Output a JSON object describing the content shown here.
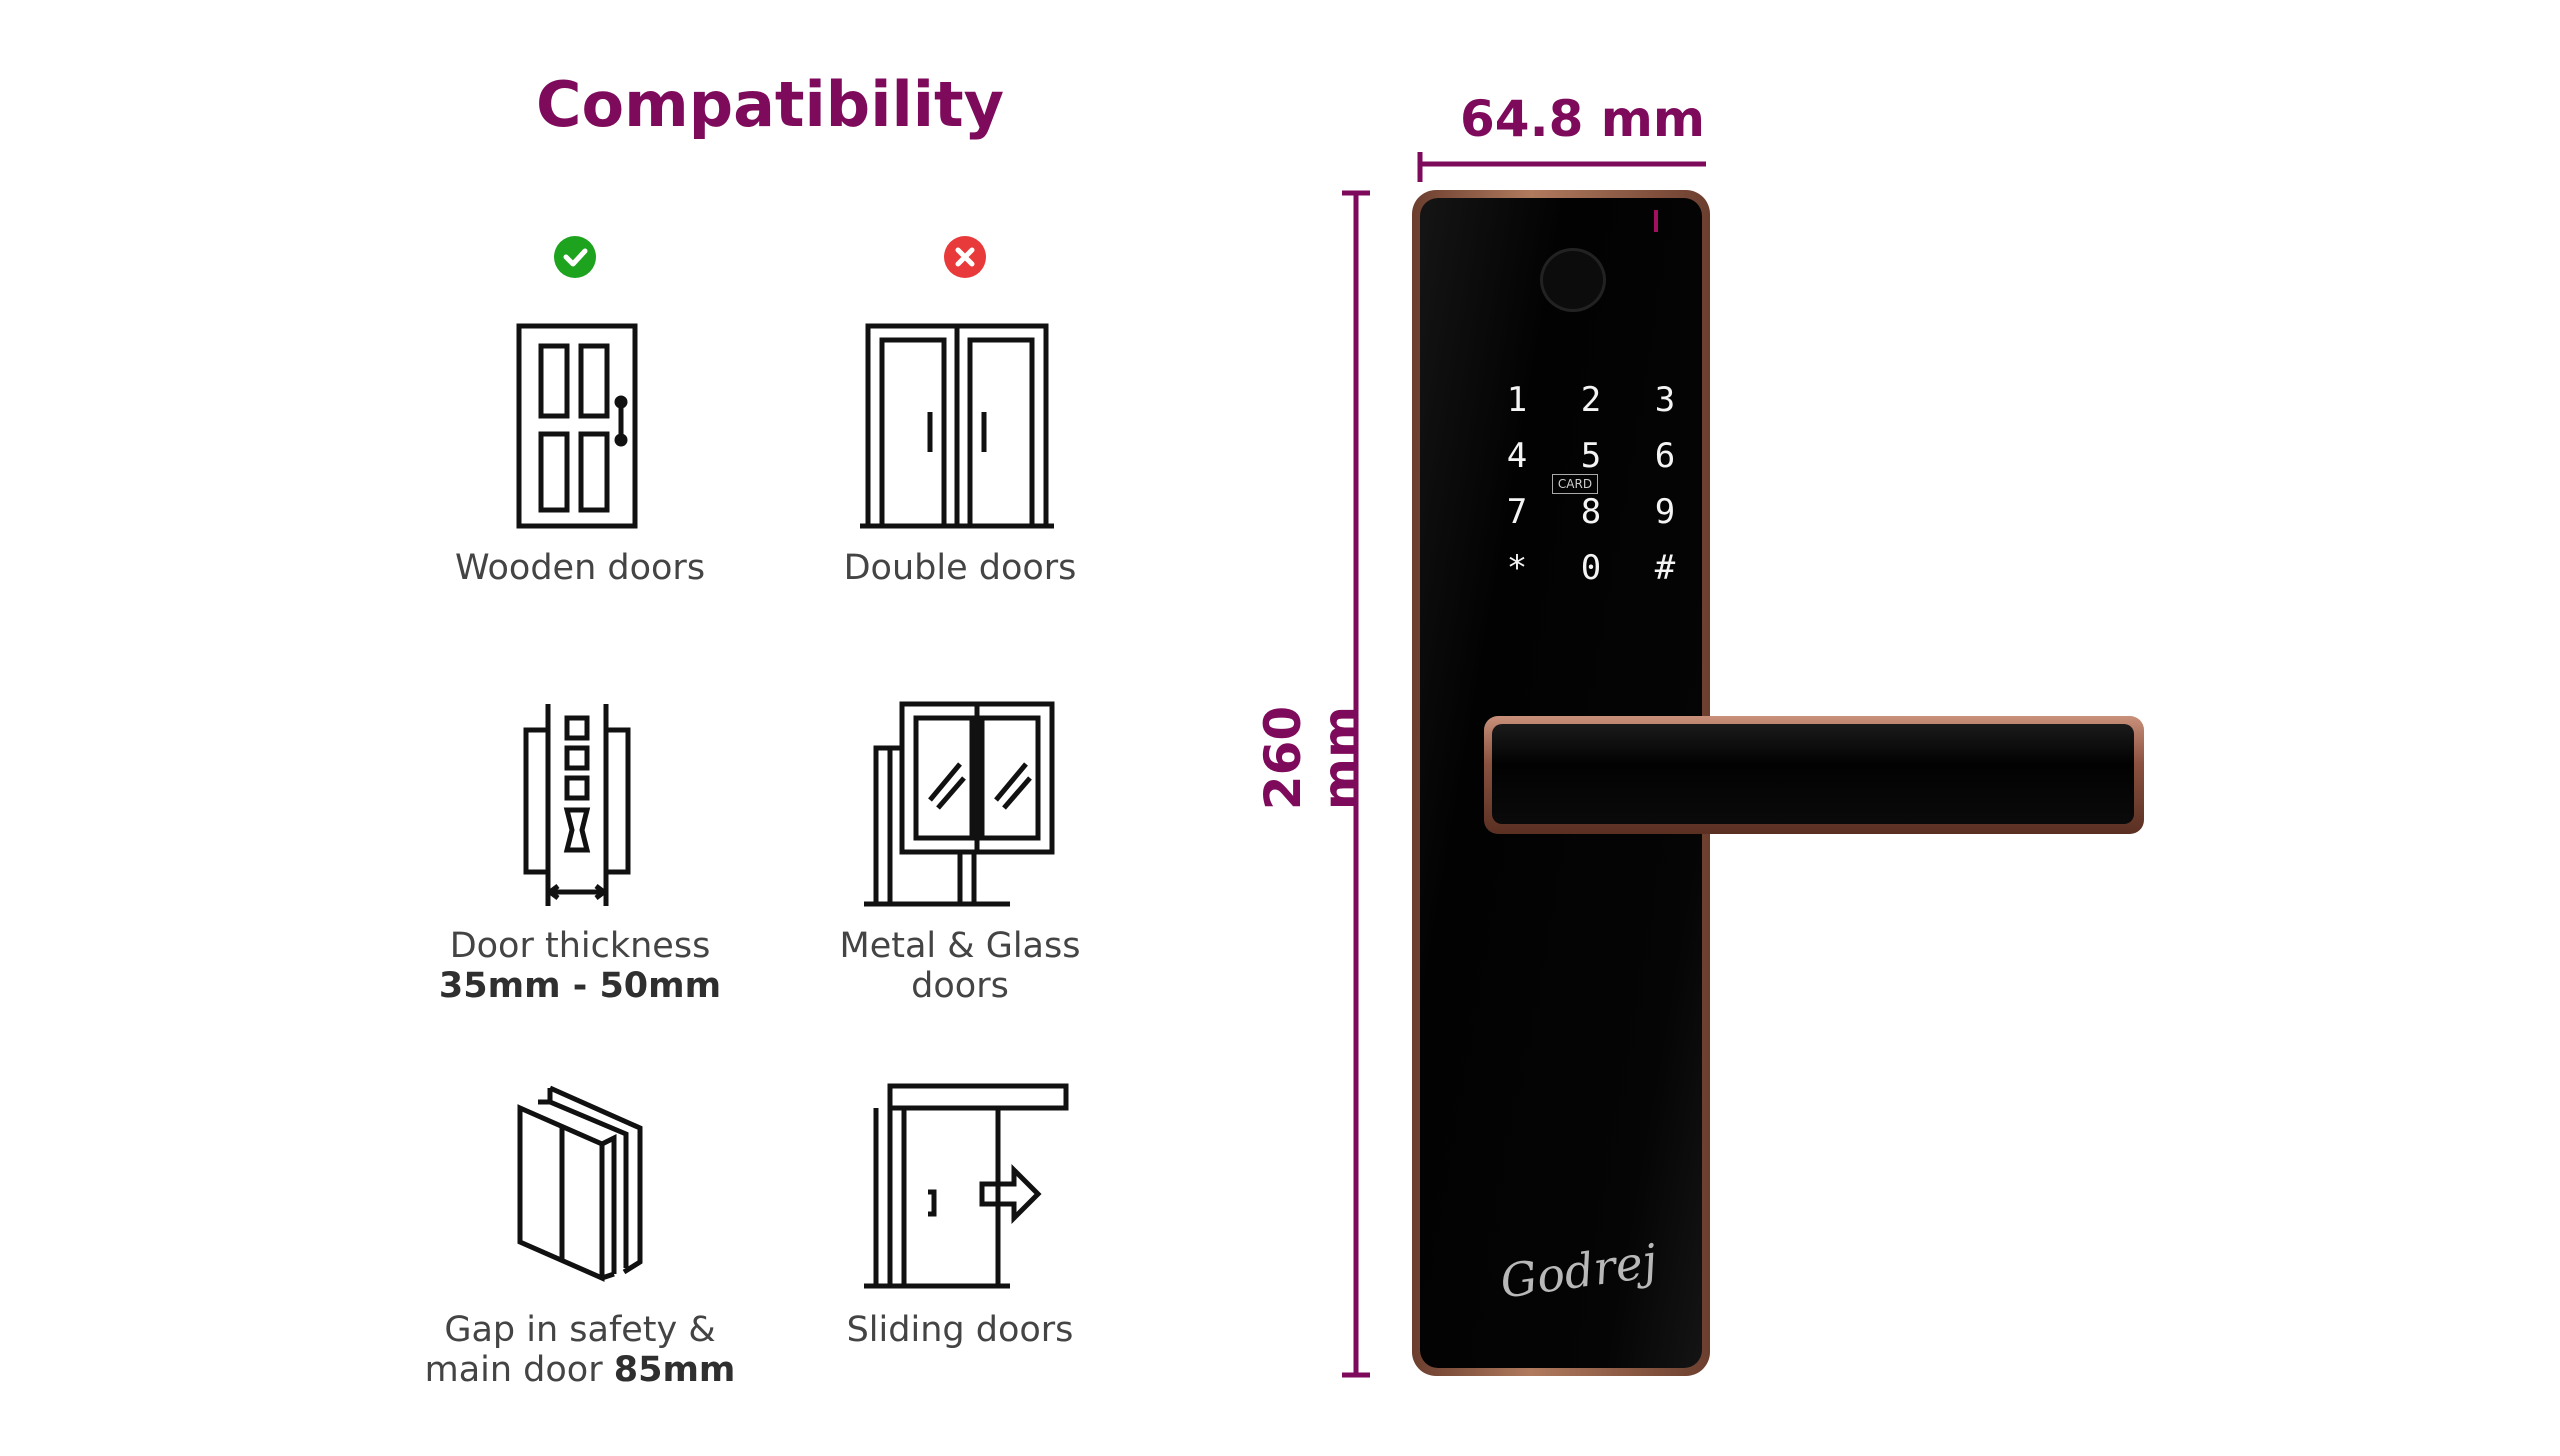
{
  "title": "Compatibility",
  "items": [
    {
      "label": "Wooden doors",
      "status": "compatible",
      "icon": "wooden-door-icon"
    },
    {
      "label": "Double doors",
      "status": "not-compatible",
      "icon": "double-door-icon"
    },
    {
      "label": "Door thickness",
      "label_bold": "35mm - 50mm",
      "icon": "door-thickness-icon"
    },
    {
      "label": "Metal & Glass",
      "label_line2": "doors",
      "icon": "metal-glass-door-icon"
    },
    {
      "label": "Gap in safety &",
      "label_line2": "main door ",
      "label_bold": "85mm",
      "icon": "door-gap-icon"
    },
    {
      "label": "Sliding doors",
      "icon": "sliding-door-icon"
    }
  ],
  "dimensions": {
    "width": "64.8 mm",
    "height": "260 mm"
  },
  "keypad": [
    "1",
    "2",
    "3",
    "4",
    "5",
    "6",
    "7",
    "8",
    "9",
    "*",
    "0",
    "#"
  ],
  "card_label": "CARD",
  "brand": "Godrej",
  "colors": {
    "accent": "#7e0a5b",
    "check": "#1ea31e",
    "cross": "#e83a3a",
    "lock_body": "#050505",
    "bronze": "#8a5a44"
  }
}
